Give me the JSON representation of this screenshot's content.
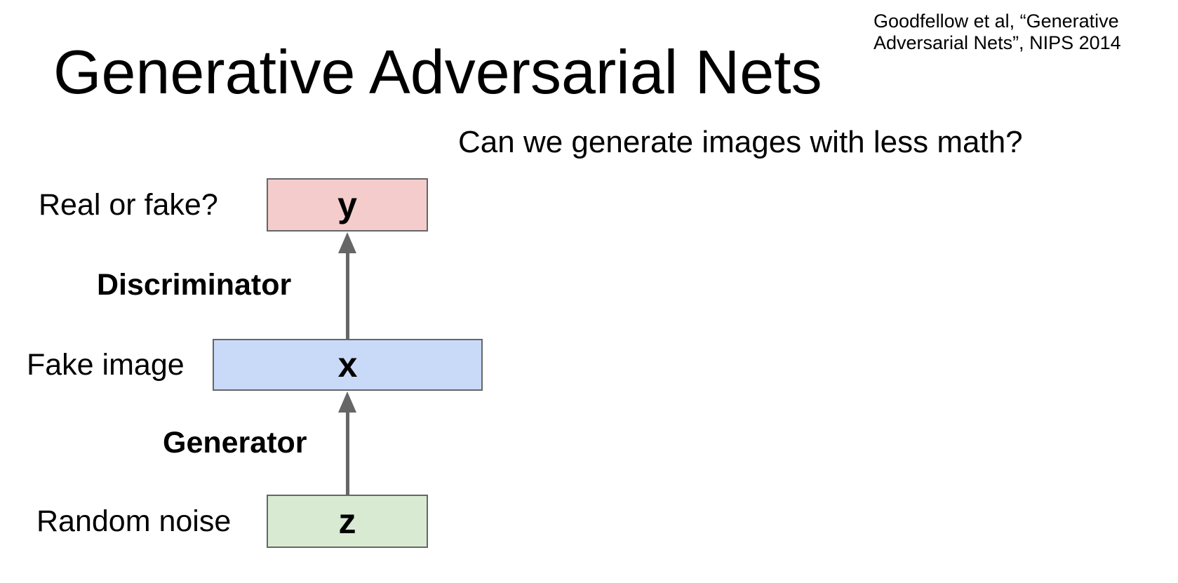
{
  "header": {
    "title": "Generative Adversarial Nets",
    "citation": {
      "line1": "Goodfellow et al, “Generative",
      "line2": "Adversarial Nets”, NIPS 2014"
    }
  },
  "question": "Can we generate images with less math?",
  "diagram": {
    "nodes": [
      {
        "id": "y",
        "letter": "y",
        "side_label": "Real or fake?",
        "fill": "#f4cccc"
      },
      {
        "id": "x",
        "letter": "x",
        "side_label": "Fake image",
        "fill": "#c9daf8"
      },
      {
        "id": "z",
        "letter": "z",
        "side_label": "Random noise",
        "fill": "#d9ead3"
      }
    ],
    "edges": [
      {
        "from": "x",
        "to": "y",
        "label": "Discriminator"
      },
      {
        "from": "z",
        "to": "x",
        "label": "Generator"
      }
    ],
    "box_border_color": "#666666",
    "arrow_color": "#666666"
  }
}
